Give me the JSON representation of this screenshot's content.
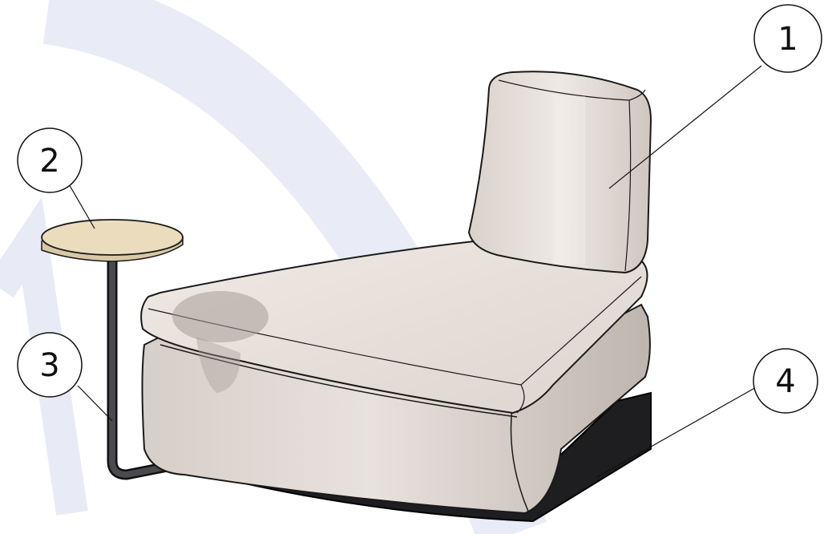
{
  "callouts": [
    {
      "label": "1",
      "target": "backrest-cushion"
    },
    {
      "label": "2",
      "target": "side-table-top"
    },
    {
      "label": "3",
      "target": "side-table-frame"
    },
    {
      "label": "4",
      "target": "base-plinth"
    }
  ],
  "colors": {
    "cushion": "#e9e3de",
    "cushion_shadow": "#cdc4be",
    "table_top": "#eadcbd",
    "frame": "#3a3a3c",
    "plinth": "#1e1e20",
    "watermark": "#d7dbee"
  }
}
